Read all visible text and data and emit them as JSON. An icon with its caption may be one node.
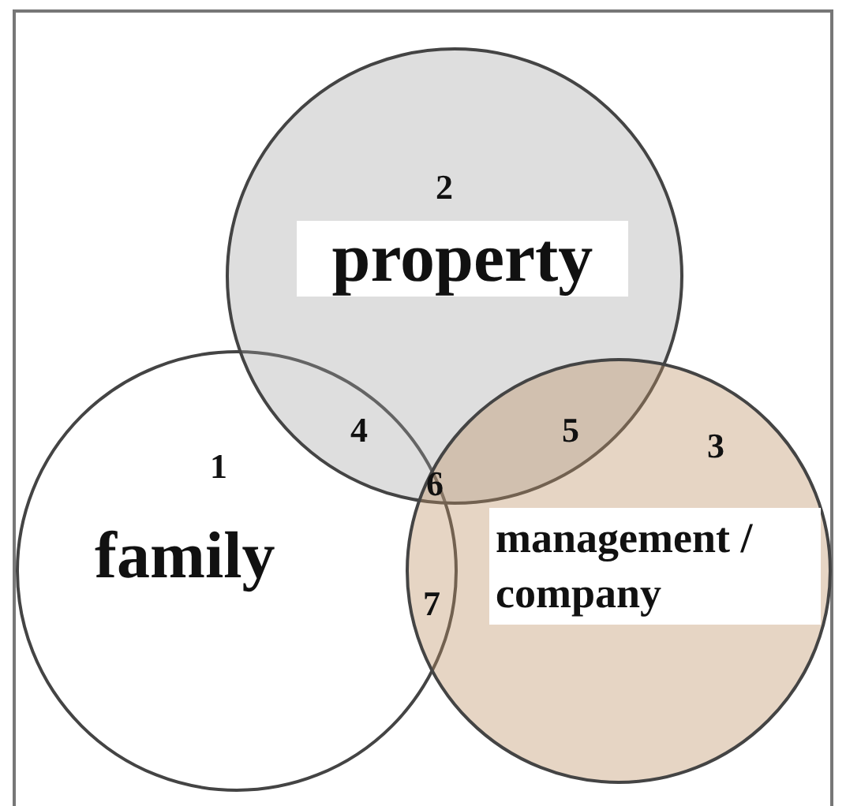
{
  "diagram": {
    "nodes": [
      {
        "text": [
          "1",
          "family"
        ]
      },
      {
        "text": [
          "2",
          "property"
        ]
      },
      {
        "text": [
          "3",
          "management / company"
        ]
      }
    ],
    "edges": [],
    "labels": [
      "4",
      "5",
      "6",
      "7"
    ]
  }
}
